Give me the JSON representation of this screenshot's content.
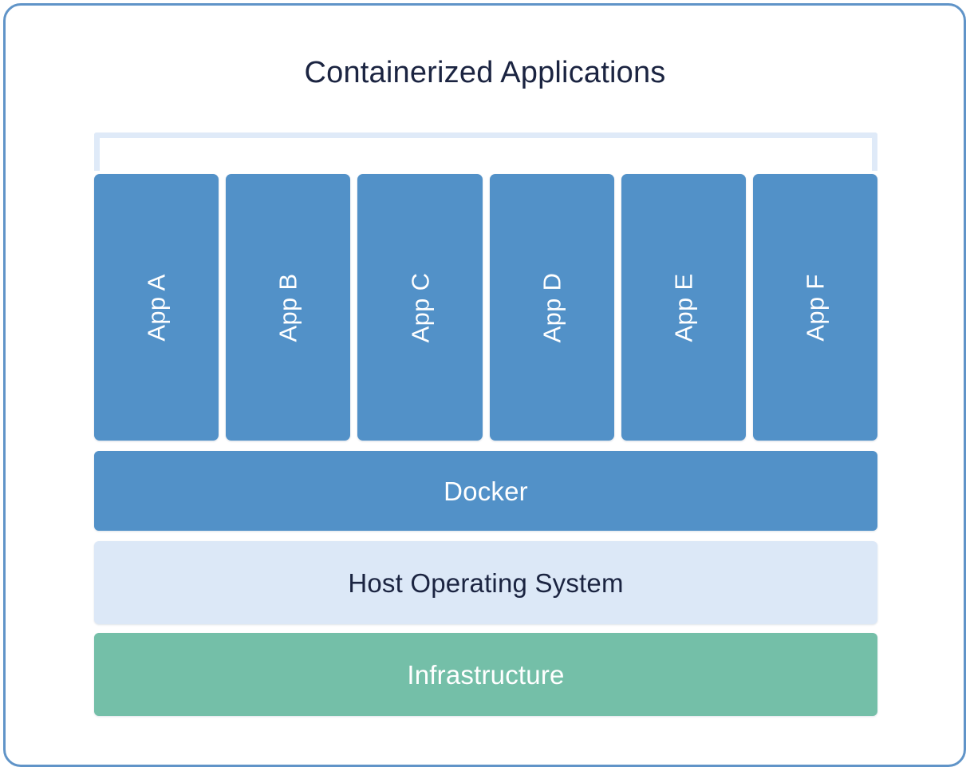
{
  "diagram": {
    "title": "Containerized Applications",
    "title_color": "#1b2441",
    "frame_border_color": "#6094c8",
    "background_color": "#ffffff",
    "bracket": {
      "name": "containerized-applications-bracket",
      "color": "#dfeaf8"
    },
    "containers": {
      "fill_color": "#5291c8",
      "text_color": "#ffffff",
      "orientation": "vertical-rotated-90ccw",
      "items": [
        {
          "label": "App A"
        },
        {
          "label": "App B"
        },
        {
          "label": "App C"
        },
        {
          "label": "App D"
        },
        {
          "label": "App E"
        },
        {
          "label": "App F"
        }
      ]
    },
    "layers": [
      {
        "id": "docker",
        "label": "Docker",
        "fill_color": "#5291c8",
        "text_color": "#ffffff"
      },
      {
        "id": "host-os",
        "label": "Host Operating System",
        "fill_color": "#dce8f7",
        "text_color": "#1b2441"
      },
      {
        "id": "infrastructure",
        "label": "Infrastructure",
        "fill_color": "#74bfa8",
        "text_color": "#ffffff"
      }
    ]
  }
}
